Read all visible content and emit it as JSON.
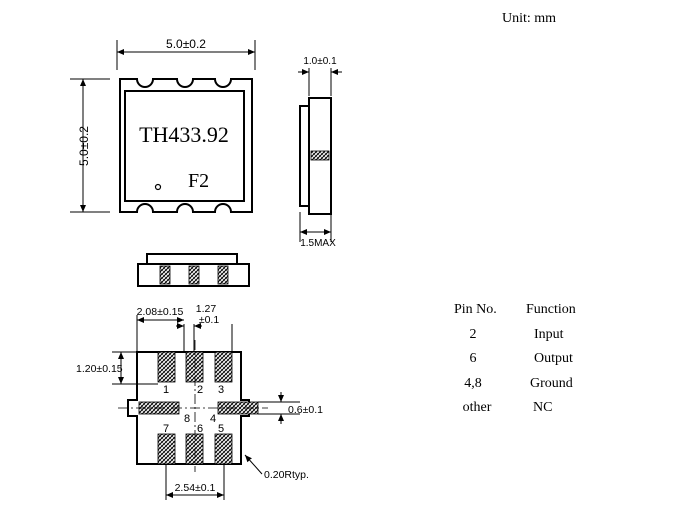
{
  "unit_label": "Unit: mm",
  "top_view": {
    "width_dim": "5.0±0.2",
    "height_dim": "5.0±0.2",
    "marking_line1": "TH433.92",
    "marking_line2": "F2"
  },
  "side_view": {
    "thickness_dim": "1.0±0.1",
    "height_max": "1.5MAX"
  },
  "bottom_view": {
    "pad_width_dim": "2.08±0.15",
    "pitch_dim_line1": "1.27",
    "pitch_dim_line2": "±0.1",
    "pad_height_dim": "1.20±0.15",
    "side_pad_dim": "0.6±0.1",
    "spacing_dim": "2.54±0.1",
    "radius_note": "0.20Rtyp.",
    "pin_numbers": [
      "1",
      "2",
      "3",
      "8",
      "4",
      "7",
      "6",
      "5"
    ]
  },
  "pin_table": {
    "headers": [
      "Pin No.",
      "Function"
    ],
    "rows": [
      [
        "2",
        "Input"
      ],
      [
        "6",
        "Output"
      ],
      [
        "4,8",
        "Ground"
      ],
      [
        "other",
        "NC"
      ]
    ]
  }
}
